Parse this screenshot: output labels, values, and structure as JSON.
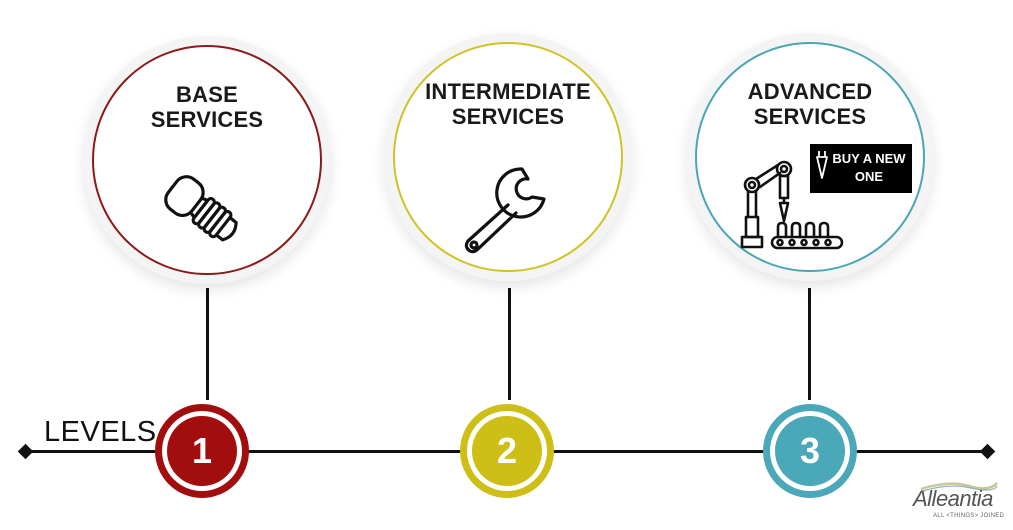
{
  "header": {
    "axis_label": "LEVELS"
  },
  "services": [
    {
      "title_line1": "BASE",
      "title_line2": "SERVICES",
      "icon": "screw-icon",
      "color": "#8b1a1a",
      "level": "1",
      "level_color": "#a20e0e"
    },
    {
      "title_line1": "INTERMEDIATE",
      "title_line2": "SERVICES",
      "icon": "wrench-icon",
      "color": "#cfc326",
      "level": "2",
      "level_color": "#cdbf16"
    },
    {
      "title_line1": "ADVANCED",
      "title_line2": "SERVICES",
      "icon": "robot-arm-icon",
      "color": "#4aa6b4",
      "level": "3",
      "level_color": "#4aa8b8"
    }
  ],
  "badge": {
    "line1": "BUY A NEW",
    "line2": "ONE",
    "icon": "nozzle-icon"
  },
  "logo": {
    "name": "Alleantia",
    "tagline": "ALL <THINGS> JOINED"
  }
}
